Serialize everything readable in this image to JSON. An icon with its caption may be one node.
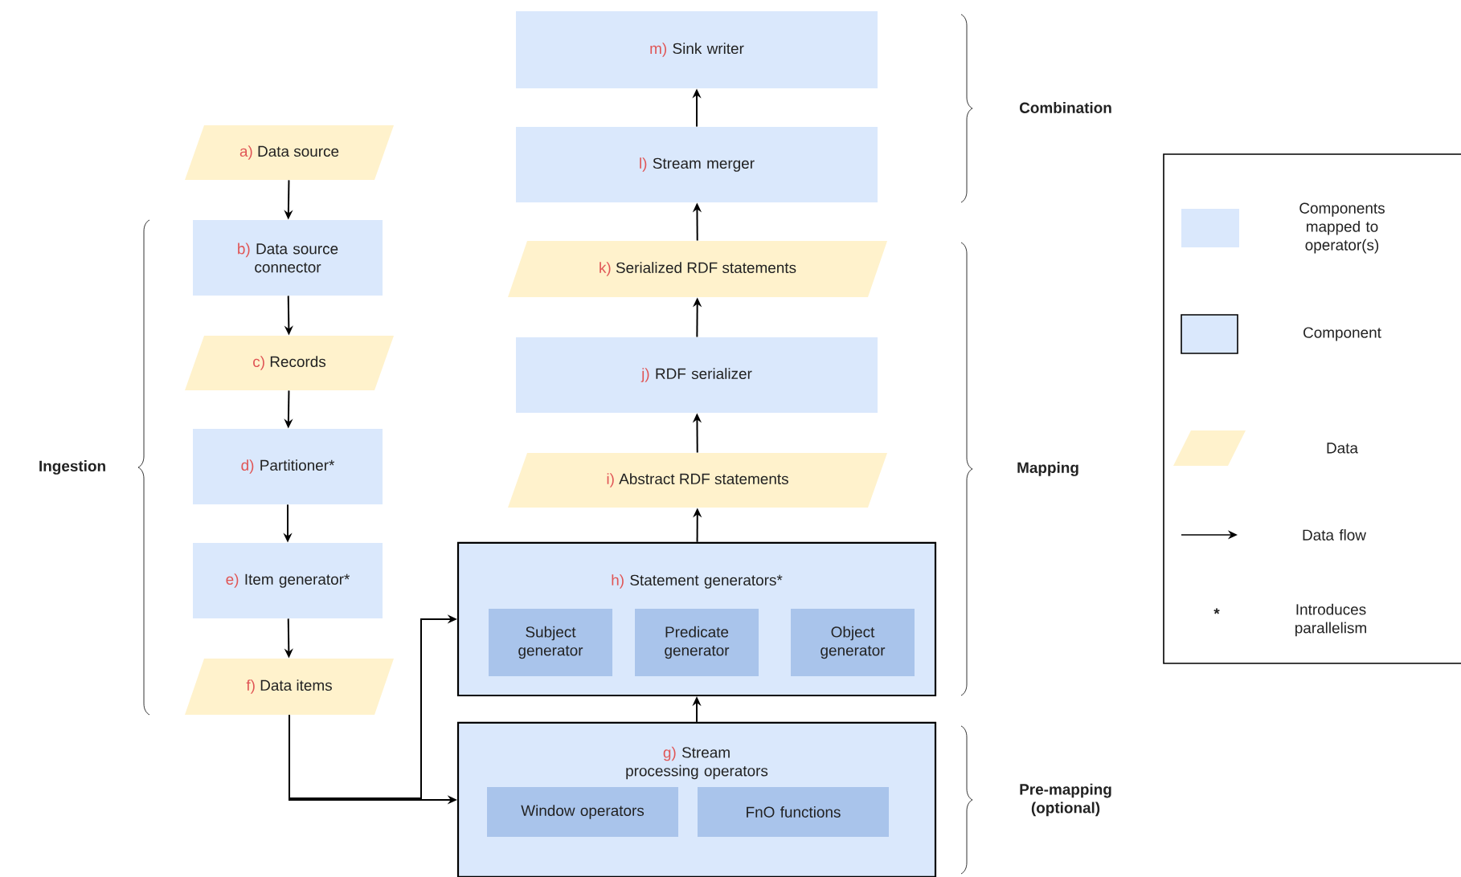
{
  "diagram": {
    "nodes": [
      {
        "text": [
          "a)",
          "Data source"
        ]
      },
      {
        "text": [
          "b)",
          "Data source connector"
        ]
      },
      {
        "text": [
          "c)",
          "Records"
        ]
      },
      {
        "text": [
          "d)",
          "Partitioner*"
        ]
      },
      {
        "text": [
          "e)",
          "Item generator*"
        ]
      },
      {
        "text": [
          "f)",
          "Data items"
        ]
      },
      {
        "text": [
          "g)",
          "Stream processing operators"
        ]
      },
      {
        "text": [
          "Window operators"
        ],
        "in": 6
      },
      {
        "text": [
          "FnO functions"
        ],
        "in": 6
      },
      {
        "text": [
          "h)",
          "Statement generators*"
        ]
      },
      {
        "text": [
          "Subject generator"
        ],
        "in": 9
      },
      {
        "text": [
          "Predicate generator"
        ],
        "in": 9
      },
      {
        "text": [
          "Object generator"
        ],
        "in": 9
      },
      {
        "text": [
          "i)",
          "Abstract RDF statements"
        ]
      },
      {
        "text": [
          "j)",
          "RDF serializer"
        ]
      },
      {
        "text": [
          "k)",
          "Serialized RDF statements"
        ]
      },
      {
        "text": [
          "l)",
          "Stream merger"
        ]
      },
      {
        "text": [
          "m)",
          "Sink writer"
        ]
      }
    ],
    "edges": [
      {
        "from": 0,
        "to": 1,
        "arrow": "to"
      },
      {
        "from": 1,
        "to": 2,
        "arrow": "to"
      },
      {
        "from": 2,
        "to": 3,
        "arrow": "to"
      },
      {
        "from": 3,
        "to": 4,
        "arrow": "to"
      },
      {
        "from": 4,
        "to": 5,
        "arrow": "to"
      },
      {
        "from": 5,
        "to": 6,
        "arrow": "to"
      },
      {
        "from": 5,
        "to": 9,
        "arrow": "to"
      },
      {
        "from": 6,
        "to": 9,
        "arrow": "to"
      },
      {
        "from": 9,
        "to": 13,
        "arrow": "to"
      },
      {
        "from": 13,
        "to": 14,
        "arrow": "to"
      },
      {
        "from": 14,
        "to": 15,
        "arrow": "to"
      },
      {
        "from": 15,
        "to": 16,
        "arrow": "to"
      },
      {
        "from": 16,
        "to": 17,
        "arrow": "to"
      }
    ],
    "labels": [
      "Ingestion",
      "Combination",
      "Mapping",
      "Pre-mapping (optional)",
      "*"
    ],
    "legend": [
      {
        "text": "Components mapped to operator(s)",
        "color": "#dae8fc"
      },
      {
        "text": "Component"
      },
      {
        "text": "Data",
        "color": "#fff2cc"
      },
      {
        "text": "Data flow"
      },
      {
        "text": "Introduces parallelism"
      }
    ]
  }
}
